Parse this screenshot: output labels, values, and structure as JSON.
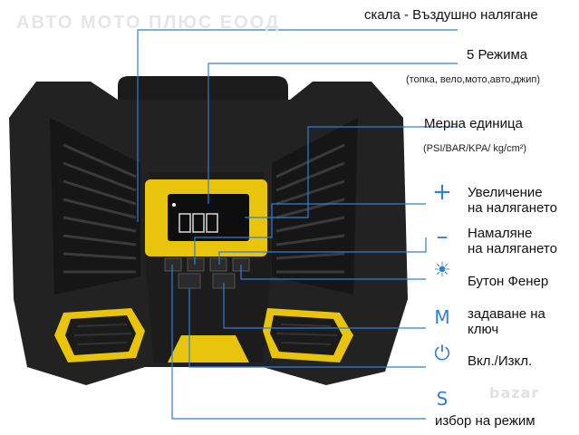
{
  "watermark": "АВТО МОТО ПЛЮС ЕООД",
  "bazar_watermark": "bazar",
  "labels": {
    "pressure_scale": "скала - Въздушно налягане",
    "five_modes": "5 Режима",
    "modes_list": "(топка, вело,мото,авто,джип)",
    "unit": "Мерна единица",
    "units_list": "(PSI/BAR/KPA/ kg/cm²)",
    "increase_line1": "Увеличение",
    "increase_line2": "на налягането",
    "decrease_line1": "Намаляне",
    "decrease_line2": "на налягането",
    "light_button": "Бутон Фенер",
    "set_key_line1": "задаване на",
    "set_key_line2": "ключ",
    "power": "Вкл./Изкл.",
    "mode_select": "избор на режим"
  },
  "icons": {
    "plus": "+",
    "minus": "–",
    "light": "☀",
    "m": "M",
    "power": "⏻",
    "s": "S"
  },
  "colors": {
    "accent_blue": "#2e7fd6",
    "device_yellow": "#e8c40c",
    "device_black": "#222222"
  }
}
